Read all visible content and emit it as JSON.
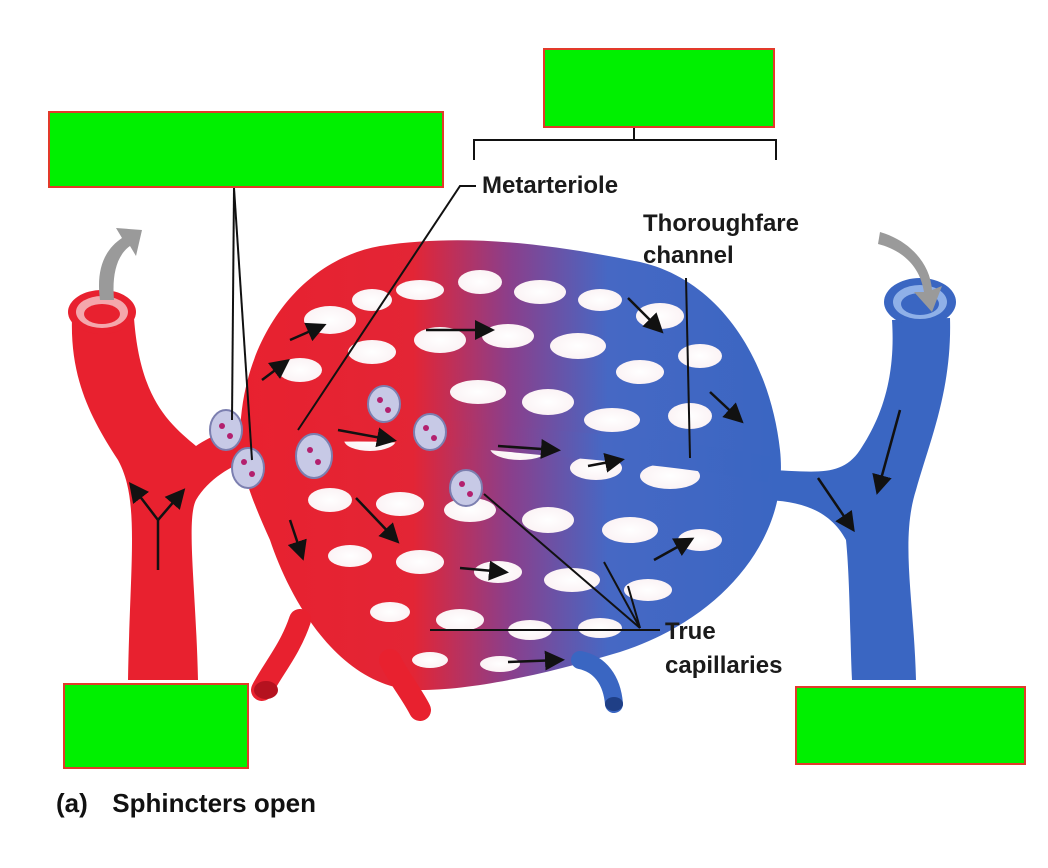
{
  "labels": {
    "metarteriole": "Metarteriole",
    "thoroughfare_line1": "Thoroughfare",
    "thoroughfare_line2": "channel",
    "true_cap_line1": "True",
    "true_cap_line2": "capillaries"
  },
  "caption": {
    "prefix": "(a)",
    "text": "Sphincters open"
  },
  "answer_boxes": {
    "fill": "#00f000",
    "border": "#e23a2a",
    "count": 4
  },
  "colors": {
    "arterial": "#e8212f",
    "venous": "#3a66c2",
    "sphincter": "#c7c9e6",
    "leader_line": "#111111"
  },
  "icons": [
    "flow-arrow-icon",
    "sphincter-ring-icon"
  ]
}
